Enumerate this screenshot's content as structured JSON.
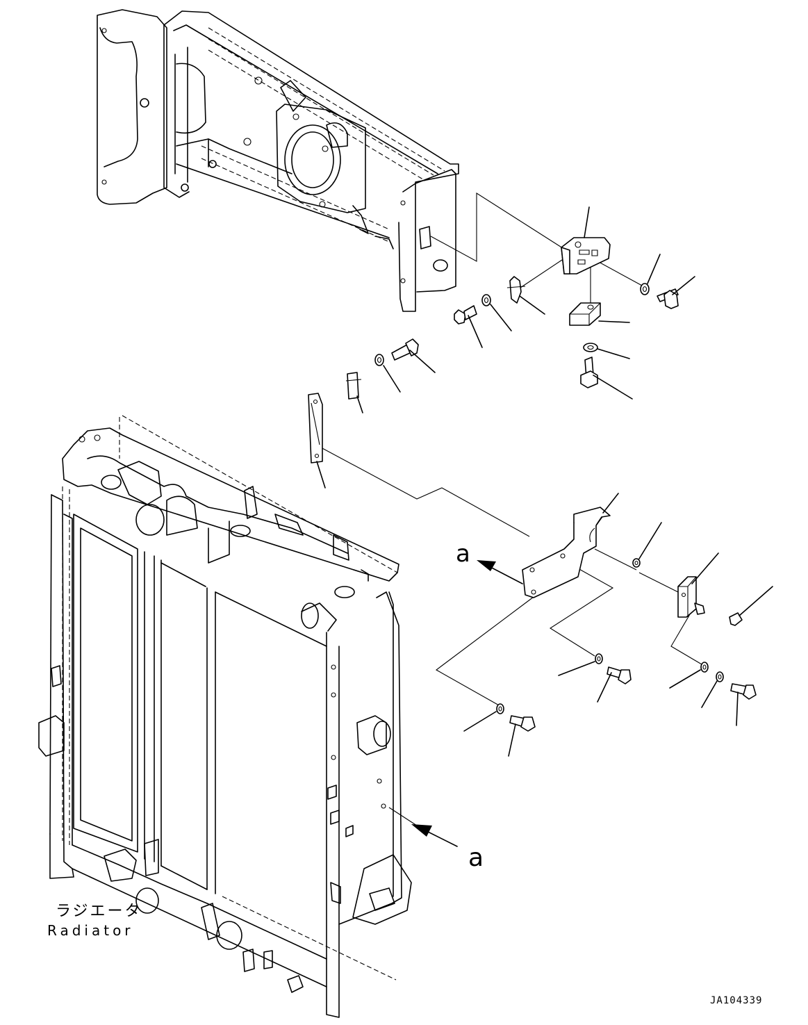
{
  "view_labels": {
    "a_upper": "a",
    "a_lower": "a"
  },
  "radiator": {
    "label_jp": "ラジエータ",
    "label_en": "Radiator"
  },
  "drawing_number": "JA104339"
}
